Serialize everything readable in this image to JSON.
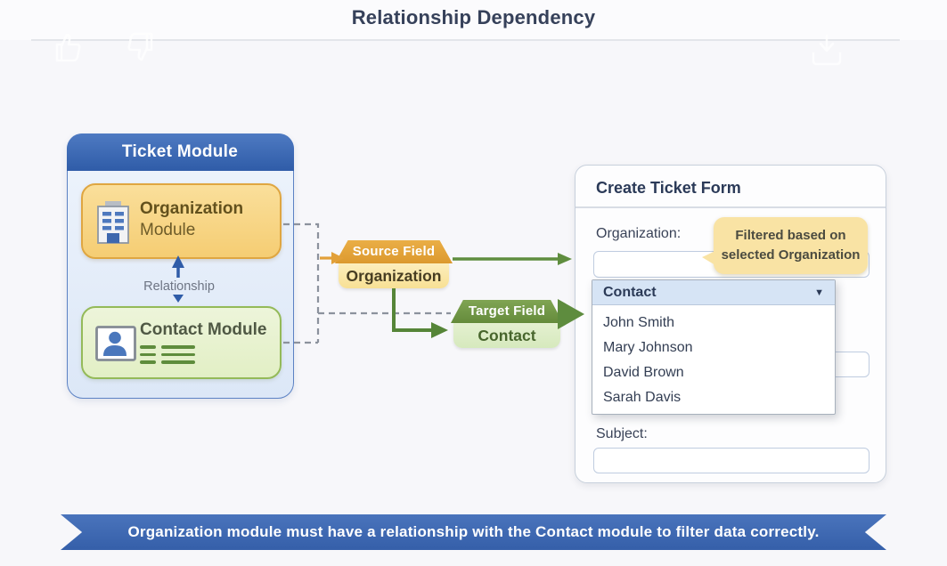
{
  "title": "Relationship Dependency",
  "ticket_module": {
    "title": "Ticket Module",
    "organization": {
      "line1": "Organization",
      "line2": "Module"
    },
    "relationship_label": "Relationship",
    "contact": {
      "label": "Contact Module"
    }
  },
  "mapping": {
    "source_field": {
      "label": "Source Field",
      "value": "Organization"
    },
    "target_field": {
      "label": "Target Field",
      "value": "Contact"
    }
  },
  "form": {
    "title": "Create Ticket Form",
    "organization_label": "Organization:",
    "tooltip": {
      "line1": "Filtered based on",
      "line2": "selected Organization"
    },
    "dropdown": {
      "selected": "Contact",
      "caret": "▼",
      "options": [
        "John Smith",
        "Mary Johnson",
        "David Brown",
        "Sarah Davis"
      ]
    },
    "subject_label": "Subject:"
  },
  "banner": {
    "text": "Organization module must have a relationship with the Contact module to filter data correctly."
  },
  "icons": {
    "organization": "building-icon",
    "contact": "contact-card-icon",
    "dropdown": "caret-down-icon",
    "ghosts": [
      "thumbs-up-icon",
      "thumbs-down-icon",
      "download-icon"
    ]
  },
  "colors": {
    "header_blue": "#3c66b0",
    "panel_border_blue": "#5c82c4",
    "organization_yellow": "#f7d789",
    "organization_border": "#dfa641",
    "contact_green_fill": "#e9f3d6",
    "contact_green_border": "#94ba59",
    "source_ribbon_orange": "#e2a337",
    "target_ribbon_green": "#6e9444",
    "arrow_green": "#5e8c3e",
    "relationship_blue": "#2f5ca8",
    "dashed_gray": "#8c929d",
    "tooltip_yellow": "#f9e3a4",
    "dropdown_header_blue": "#d6e4f5",
    "banner_blue": "#3d68b2"
  }
}
